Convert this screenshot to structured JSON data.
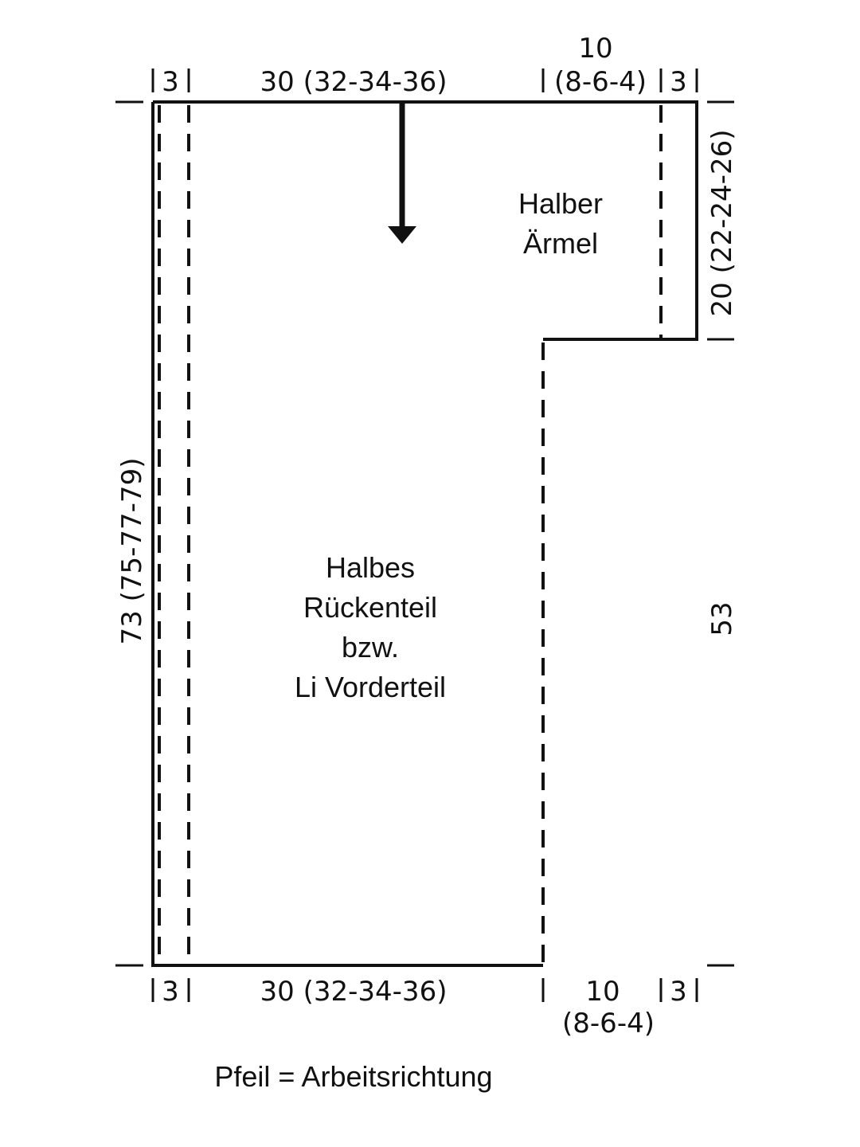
{
  "top": {
    "left_seam": "3",
    "width": "30 (32-34-36)",
    "sleeve_width_value": "10",
    "sleeve_width_sizes": "(8-6-4)",
    "right_seam": "3"
  },
  "bottom": {
    "left_seam": "3",
    "width": "30 (32-34-36)",
    "gap_value": "10",
    "gap_sizes": "(8-6-4)",
    "right_seam": "3"
  },
  "left": {
    "height": "73 (75-77-79)"
  },
  "right": {
    "sleeve_height": "20 (22-24-26)",
    "lower_height": "53"
  },
  "labels": {
    "sleeve_line1": "Halber",
    "sleeve_line2": "Ärmel",
    "body_line1": "Halbes",
    "body_line2": "Rückenteil",
    "body_line3": "bzw.",
    "body_line4": "Li Vorderteil"
  },
  "legend": "Pfeil = Arbeitsrichtung"
}
